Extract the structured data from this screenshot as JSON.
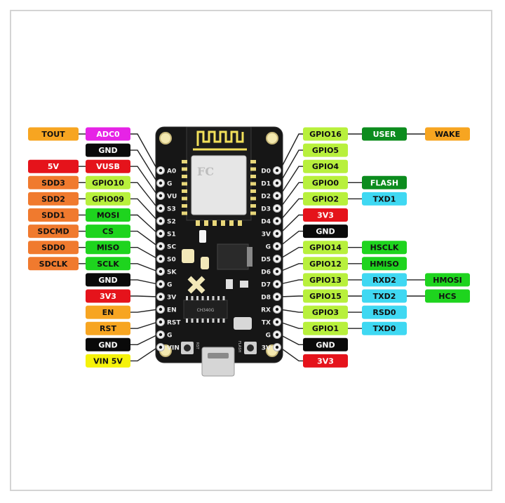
{
  "colors": {
    "orange": "#f7a521",
    "dark_orange": "#f07a2e",
    "magenta": "#e623e6",
    "black": "#0a0a0a",
    "red": "#e5131b",
    "lime": "#b8f03c",
    "green": "#1ed41e",
    "dark_green": "#0c8c1e",
    "cyan": "#3fd8f2",
    "yellow": "#f5f20a",
    "board": "#161616"
  },
  "left_rows": [
    {
      "pin": "A0",
      "labels": [
        {
          "text": "TOUT",
          "color": "orange"
        },
        {
          "text": "ADC0",
          "color": "magenta"
        }
      ]
    },
    {
      "pin": "G",
      "labels": [
        {
          "text": "GND",
          "color": "black"
        }
      ]
    },
    {
      "pin": "VU",
      "labels": [
        {
          "text": "5V",
          "color": "red"
        },
        {
          "text": "VUSB",
          "color": "red"
        }
      ]
    },
    {
      "pin": "S3",
      "labels": [
        {
          "text": "SDD3",
          "color": "dark_orange"
        },
        {
          "text": "GPIO10",
          "color": "lime"
        }
      ]
    },
    {
      "pin": "S2",
      "labels": [
        {
          "text": "SDD2",
          "color": "dark_orange"
        },
        {
          "text": "GPIO09",
          "color": "lime"
        }
      ]
    },
    {
      "pin": "S1",
      "labels": [
        {
          "text": "SDD1",
          "color": "dark_orange"
        },
        {
          "text": "MOSI",
          "color": "green"
        }
      ]
    },
    {
      "pin": "SC",
      "labels": [
        {
          "text": "SDCMD",
          "color": "dark_orange"
        },
        {
          "text": "CS",
          "color": "green"
        }
      ]
    },
    {
      "pin": "S0",
      "labels": [
        {
          "text": "SDD0",
          "color": "dark_orange"
        },
        {
          "text": "MISO",
          "color": "green"
        }
      ]
    },
    {
      "pin": "SK",
      "labels": [
        {
          "text": "SDCLK",
          "color": "dark_orange"
        },
        {
          "text": "SCLK",
          "color": "green"
        }
      ]
    },
    {
      "pin": "G",
      "labels": [
        {
          "text": "GND",
          "color": "black"
        }
      ]
    },
    {
      "pin": "3V",
      "labels": [
        {
          "text": "3V3",
          "color": "red"
        }
      ]
    },
    {
      "pin": "EN",
      "labels": [
        {
          "text": "EN",
          "color": "orange"
        }
      ]
    },
    {
      "pin": "RST",
      "labels": [
        {
          "text": "RST",
          "color": "orange"
        }
      ]
    },
    {
      "pin": "G",
      "labels": [
        {
          "text": "GND",
          "color": "black"
        }
      ]
    },
    {
      "pin": "VIN",
      "labels": [
        {
          "text": "VIN 5V",
          "color": "yellow"
        }
      ]
    }
  ],
  "right_rows": [
    {
      "pin": "D0",
      "labels": [
        {
          "text": "GPIO16",
          "color": "lime"
        },
        {
          "text": "USER",
          "color": "dark_green"
        },
        {
          "text": "WAKE",
          "color": "orange"
        }
      ]
    },
    {
      "pin": "D1",
      "labels": [
        {
          "text": "GPIO5",
          "color": "lime"
        }
      ]
    },
    {
      "pin": "D2",
      "labels": [
        {
          "text": "GPIO4",
          "color": "lime"
        }
      ]
    },
    {
      "pin": "D3",
      "labels": [
        {
          "text": "GPIO0",
          "color": "lime"
        },
        {
          "text": "FLASH",
          "color": "dark_green"
        }
      ]
    },
    {
      "pin": "D4",
      "labels": [
        {
          "text": "GPIO2",
          "color": "lime"
        },
        {
          "text": "TXD1",
          "color": "cyan"
        }
      ]
    },
    {
      "pin": "3V",
      "labels": [
        {
          "text": "3V3",
          "color": "red"
        }
      ]
    },
    {
      "pin": "G",
      "labels": [
        {
          "text": "GND",
          "color": "black"
        }
      ]
    },
    {
      "pin": "D5",
      "labels": [
        {
          "text": "GPIO14",
          "color": "lime"
        },
        {
          "text": "HSCLK",
          "color": "green"
        }
      ]
    },
    {
      "pin": "D6",
      "labels": [
        {
          "text": "GPIO12",
          "color": "lime"
        },
        {
          "text": "HMISO",
          "color": "green"
        }
      ]
    },
    {
      "pin": "D7",
      "labels": [
        {
          "text": "GPIO13",
          "color": "lime"
        },
        {
          "text": "RXD2",
          "color": "cyan"
        },
        {
          "text": "HMOSI",
          "color": "green"
        }
      ]
    },
    {
      "pin": "D8",
      "labels": [
        {
          "text": "GPIO15",
          "color": "lime"
        },
        {
          "text": "TXD2",
          "color": "cyan"
        },
        {
          "text": "HCS",
          "color": "green"
        }
      ]
    },
    {
      "pin": "RX",
      "labels": [
        {
          "text": "GPIO3",
          "color": "lime"
        },
        {
          "text": "RSD0",
          "color": "cyan"
        }
      ]
    },
    {
      "pin": "TX",
      "labels": [
        {
          "text": "GPIO1",
          "color": "lime"
        },
        {
          "text": "TXD0",
          "color": "cyan"
        }
      ]
    },
    {
      "pin": "G",
      "labels": [
        {
          "text": "GND",
          "color": "black"
        }
      ]
    },
    {
      "pin": "3V",
      "labels": [
        {
          "text": "3V3",
          "color": "red"
        }
      ]
    }
  ],
  "board_text": {
    "rst_button": "RST",
    "flash_button": "FLASH",
    "chip": "CH340G"
  }
}
